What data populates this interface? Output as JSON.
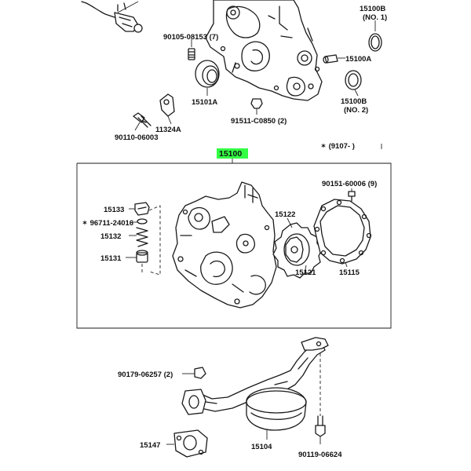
{
  "labels": {
    "p15100B_1": "15100B",
    "p15100B_1_sub": "(NO. 1)",
    "p90105": "90105-08153 (7)",
    "p15100A": "15100A",
    "p15100B_2": "15100B",
    "p15100B_2_sub": "(NO. 2)",
    "p15101A": "15101A",
    "p91511": "91511-C0850 (2)",
    "p11324A": "11324A",
    "p90110": "90110-06003",
    "p15100": "15100",
    "p9107": "✶ (9107-      )",
    "p90151": "90151-60006 (9)",
    "p15133": "15133",
    "p96711": "✶ 96711-24016",
    "p15132": "15132",
    "p15131": "15131",
    "p15122": "15122",
    "p15121": "15121",
    "p15115": "15115",
    "p90179": "90179-06257 (2)",
    "p15147": "15147",
    "p15104": "15104",
    "p90119": "90119-06624"
  },
  "colors": {
    "highlight": "#33ff44",
    "ink": "#1a1a1a"
  }
}
